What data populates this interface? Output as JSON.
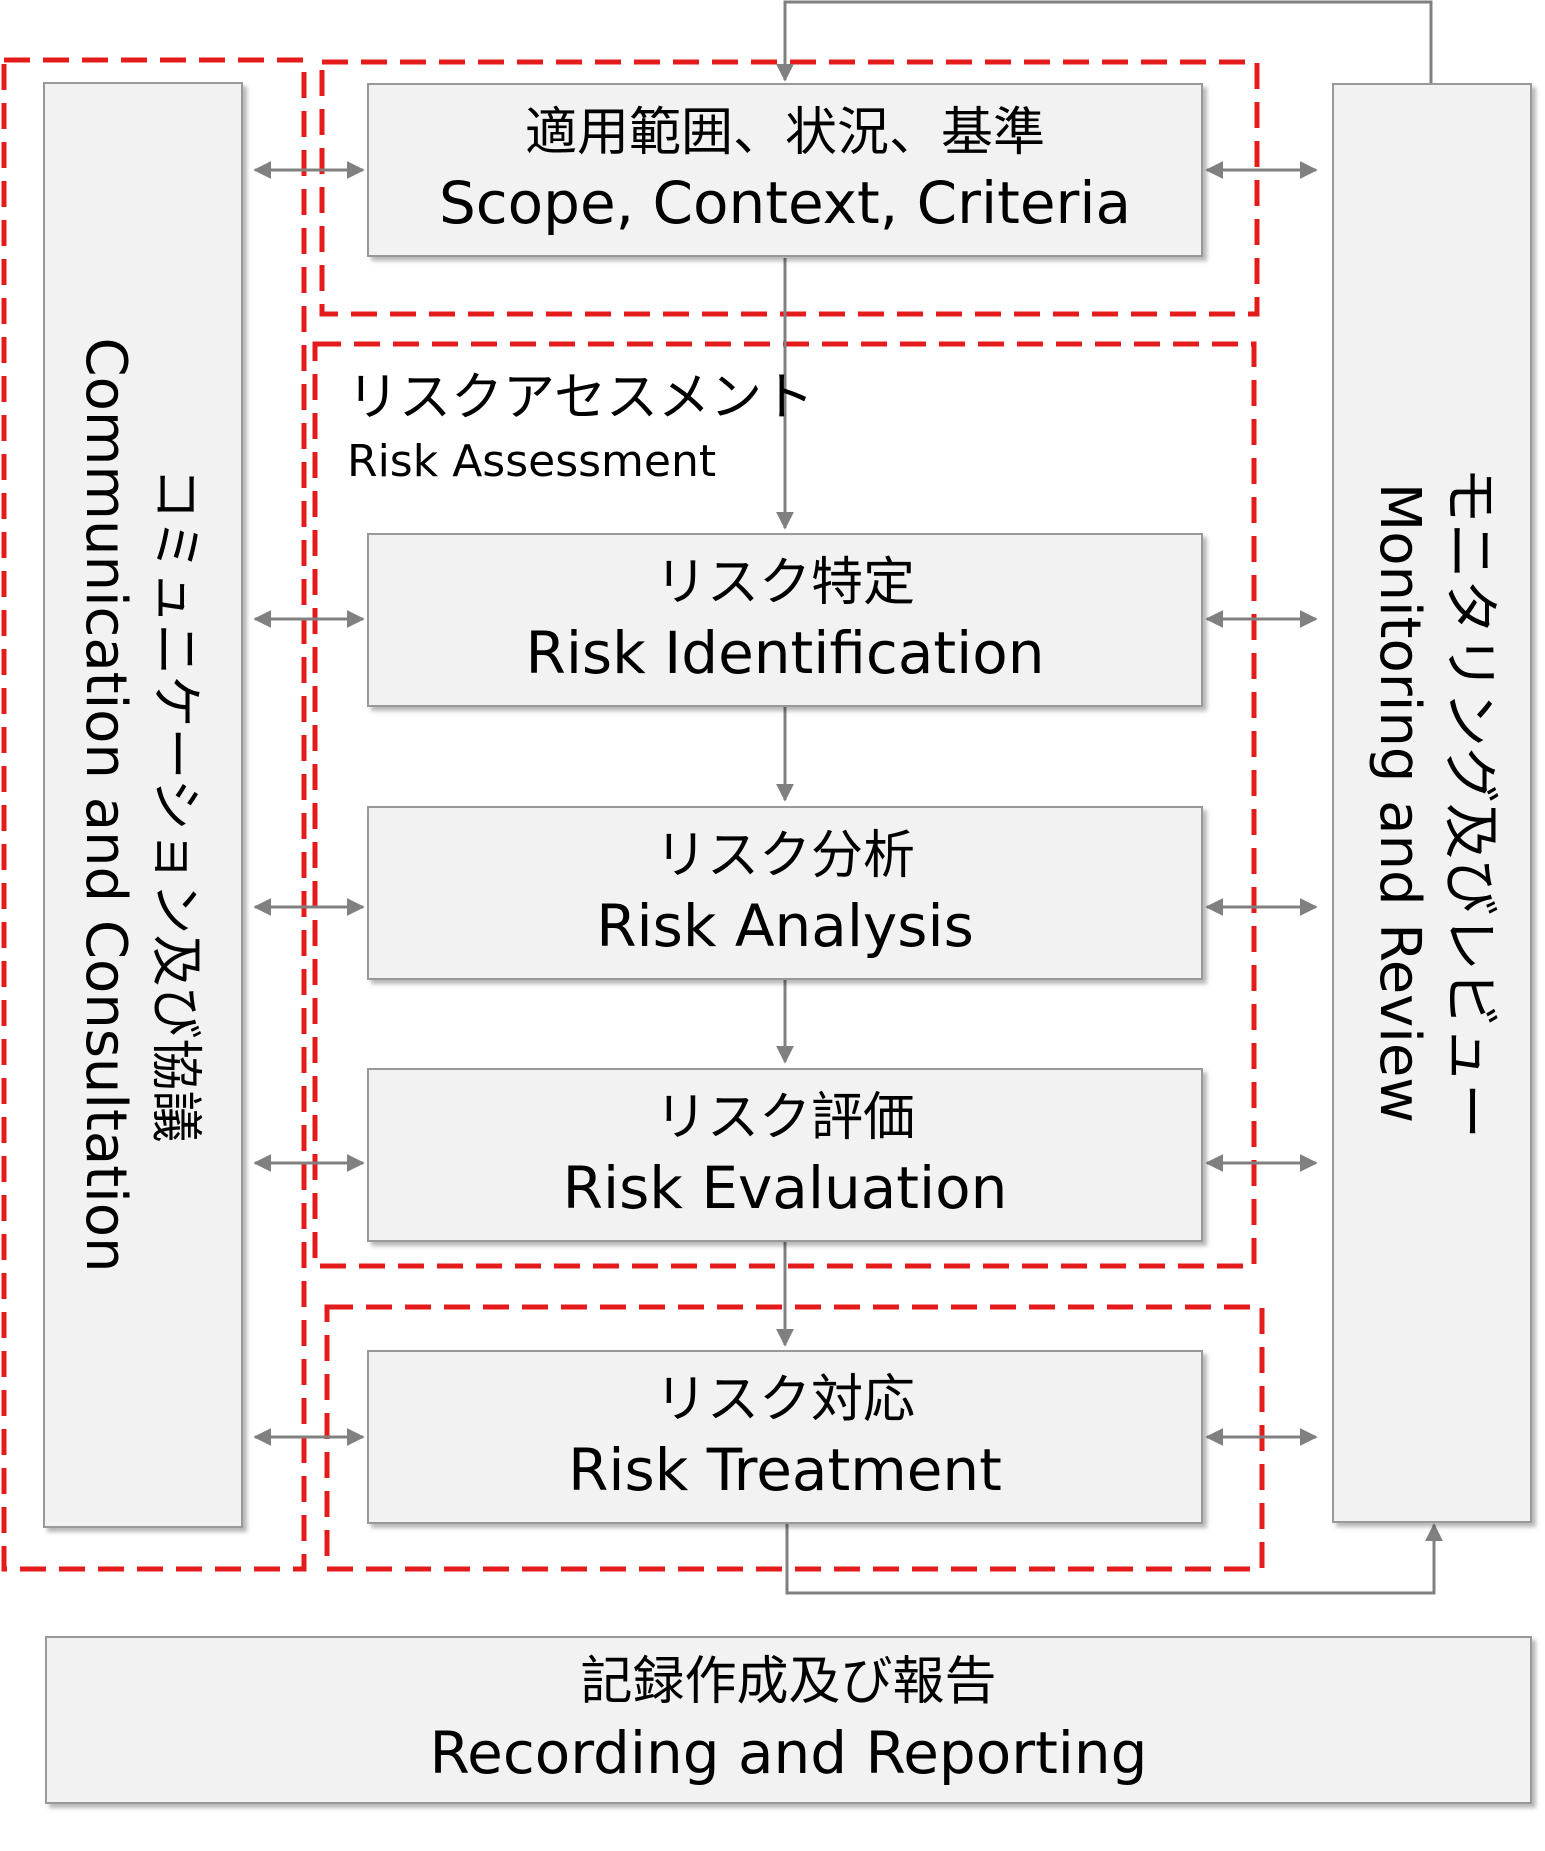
{
  "colors": {
    "box_fill": "#f2f2f2",
    "box_border": "#999999",
    "arrow": "#808080",
    "dashed_group": "#e31b1b",
    "text": "#000000"
  },
  "steps": [
    {
      "jp": "適用範囲、状況、基準",
      "en": "Scope, Context, Criteria"
    },
    {
      "jp": "リスク特定",
      "en": "Risk Identification"
    },
    {
      "jp": "リスク分析",
      "en": "Risk Analysis"
    },
    {
      "jp": "リスク評価",
      "en": "Risk Evaluation"
    },
    {
      "jp": "リスク対応",
      "en": "Risk Treatment"
    }
  ],
  "assessment_group": {
    "jp": "リスクアセスメント",
    "en": "Risk Assessment"
  },
  "communication": {
    "jp": "コミュニケーション及び協議",
    "en": "Communication and Consultation"
  },
  "monitoring": {
    "jp": "モニタリング及びレビュー",
    "en": "Monitoring and Review"
  },
  "recording": {
    "jp": "記録作成及び報告",
    "en": "Recording and Reporting"
  }
}
